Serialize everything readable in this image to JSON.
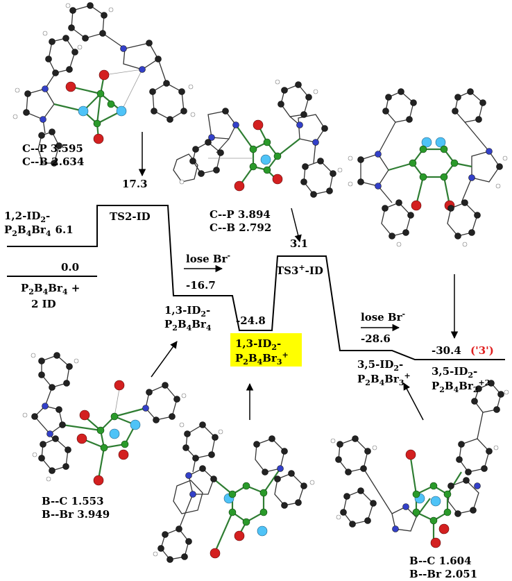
{
  "labels": {
    "top_left_cp": "C--P  3.595",
    "top_left_cb": "C--B  2.634",
    "ts2_energy": "17.3",
    "ts2_name": "TS2-ID",
    "left_species_line1": "1,2-ID",
    "left_species_sub1": "2",
    "left_species_suf1": "-",
    "left_species_line2": "P",
    "left_species_energy": "6.1",
    "zero_energy": "0.0",
    "reactant_line1": "P",
    "reactant_plus": " +",
    "reactant_line2": "2 ID",
    "mid_cp": "C--P  3.894",
    "mid_cb": "C--B  2.792",
    "lose_br_1": "lose Br",
    "lose_br_2": "lose Br",
    "minus_sup": "-",
    "e_m16_7": "-16.7",
    "e_m24_8": "-24.8",
    "e_3_1": "3.1",
    "ts3_name_pre": "TS3",
    "ts3_sup": "+",
    "ts3_name_post": "-ID",
    "e_m28_6": "-28.6",
    "e_m30_4": "-30.4",
    "label_3": "('3')",
    "sp13_line1": "1,3-ID",
    "sp13_line2": "P",
    "sp13p_line1": "1,3-ID",
    "sp13p_line2": "P",
    "sp35_line1": "3,5-ID",
    "sp35_line2": "P",
    "sp35b_line1": "3,5-ID",
    "sp35b_line2": "P",
    "bl_bc": "B--C  1.553",
    "bl_bbr": "B--Br  3.949",
    "br_bc": "B--C  1.604",
    "br_bbr": "B--Br  2.051",
    "sub2": "2",
    "sub3": "3",
    "sub4": "4",
    "dash": "-",
    "plus": "+",
    "plus2": "+2",
    "B": "B",
    "Br": "Br"
  },
  "colors": {
    "highlight": "#ffff00",
    "label_3": "#e02020",
    "boron": "#2a9a2a",
    "phosphorus": "#4fc3f7",
    "bromine": "#d32020",
    "nitrogen": "#3340c8",
    "carbon": "#222222"
  }
}
